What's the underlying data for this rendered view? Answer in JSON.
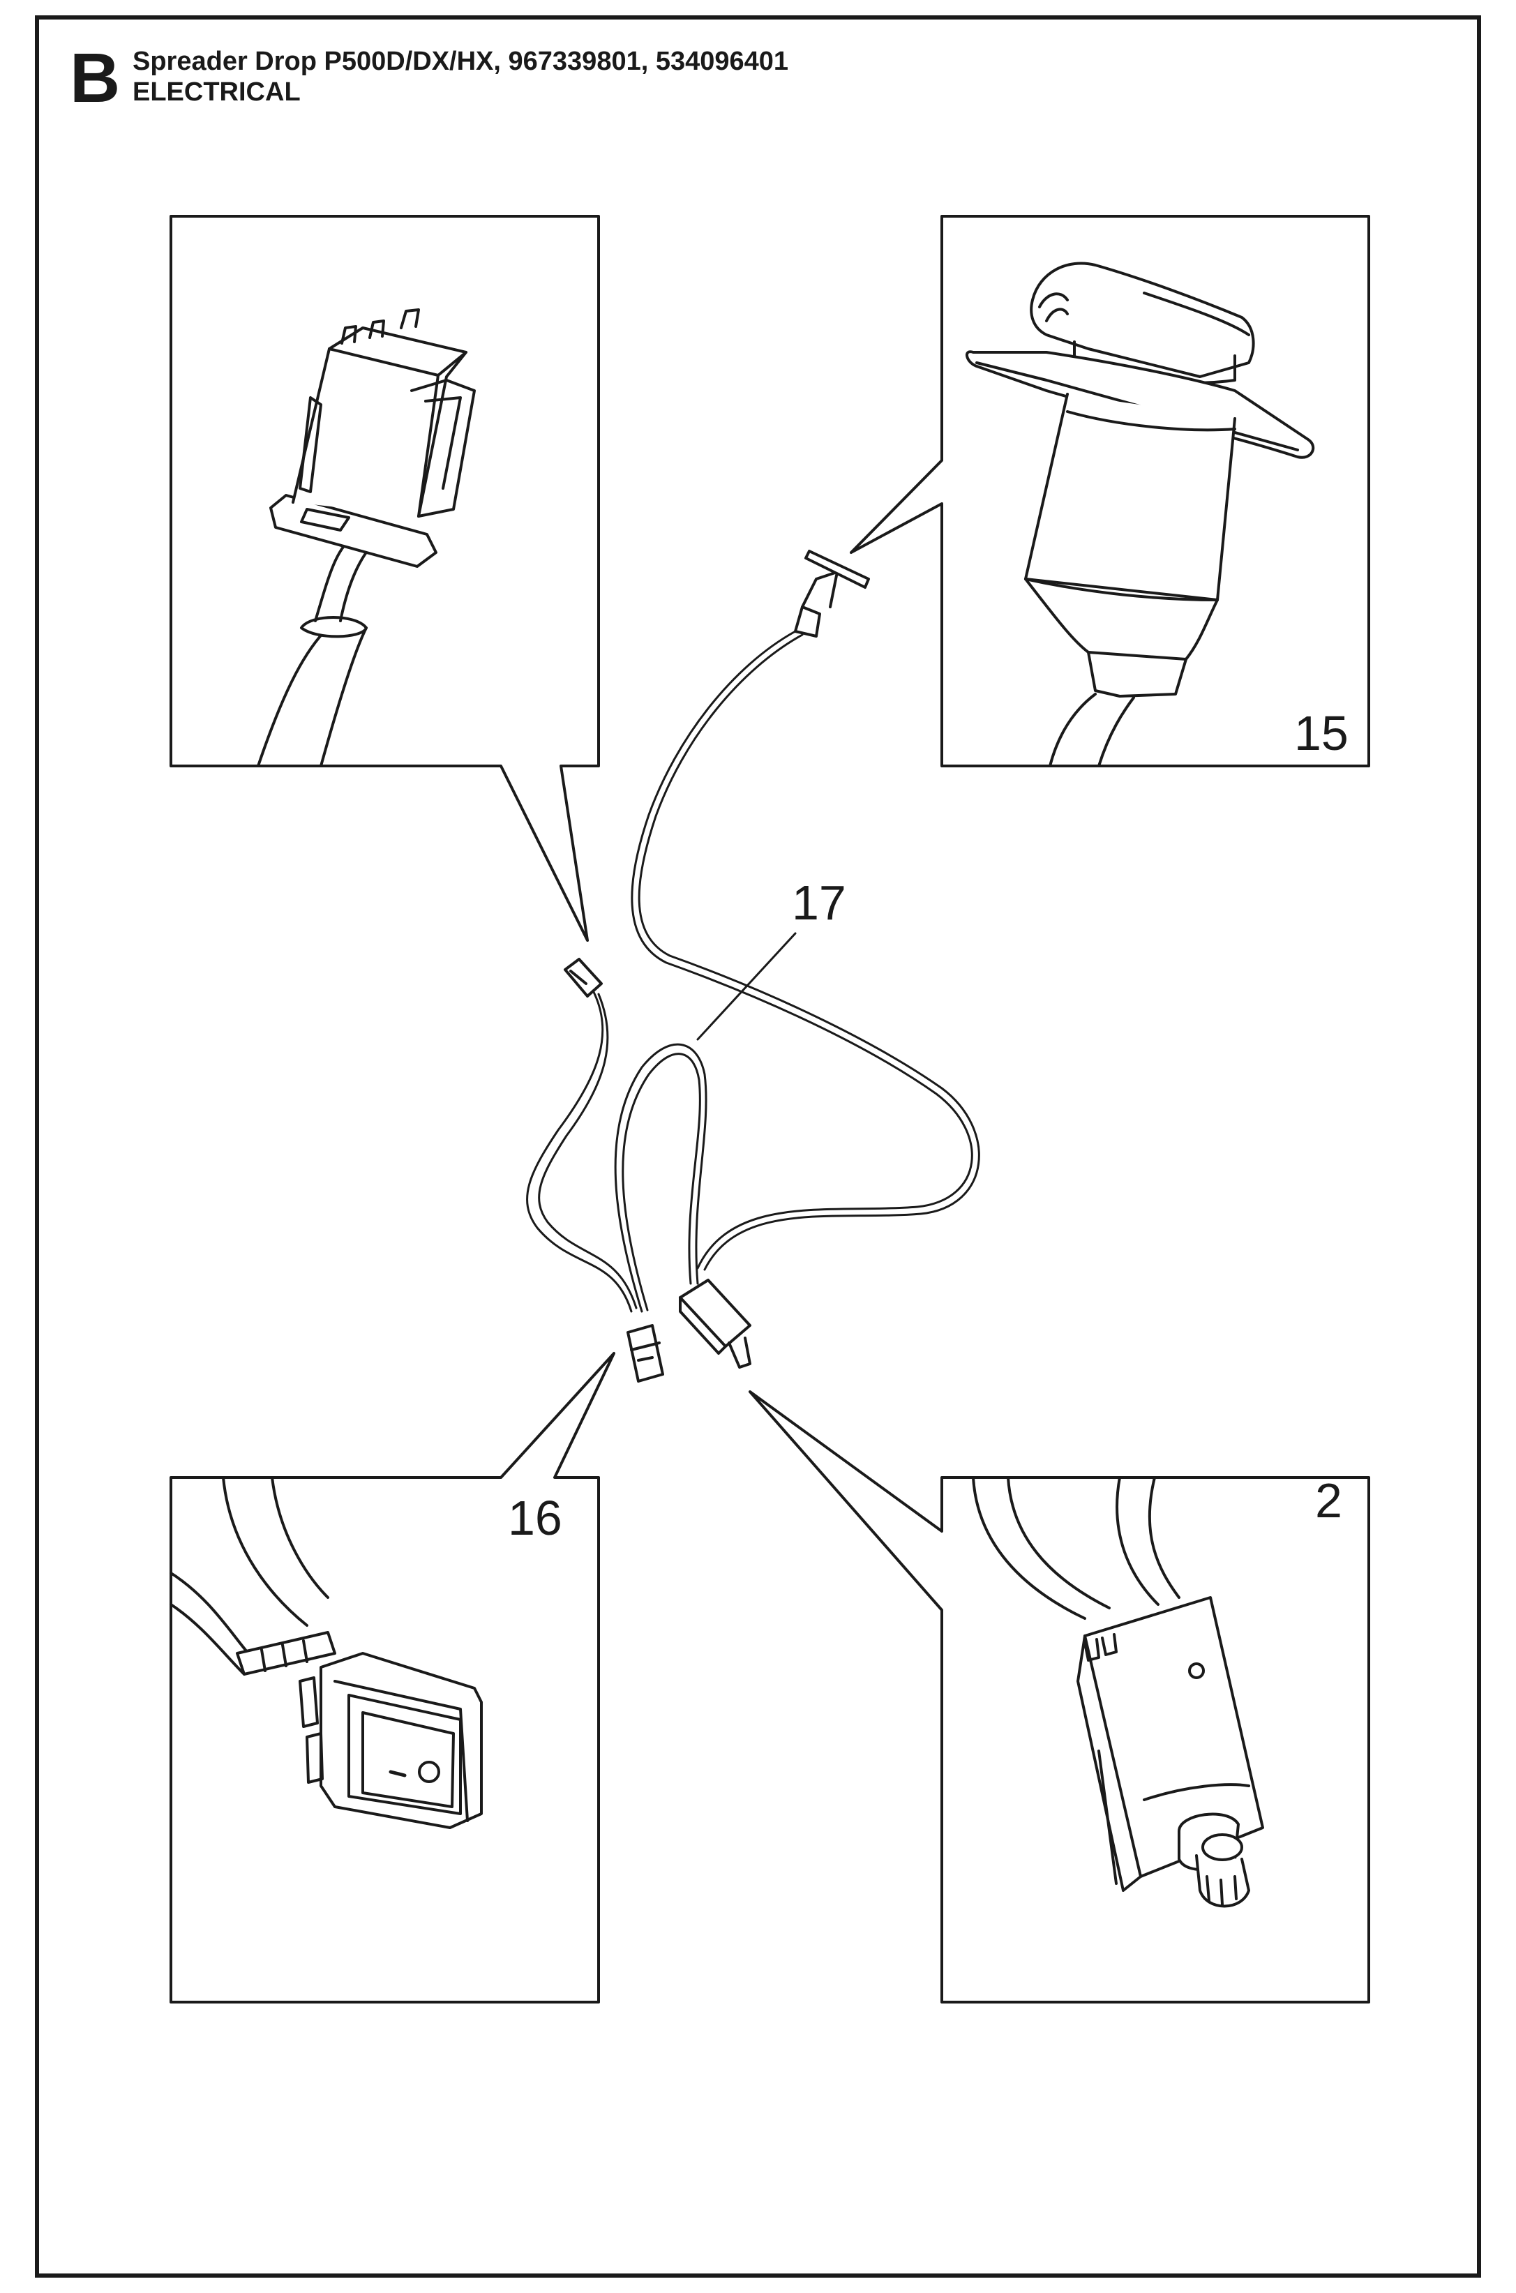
{
  "header": {
    "section_letter": "B",
    "title": "Spreader Drop P500D/DX/HX, 967339801, 534096401",
    "subtitle": "ELECTRICAL"
  },
  "callouts": {
    "connector_plug": "",
    "socket": "15",
    "harness": "17",
    "rocker_switch": "16",
    "potentiometer": "2"
  },
  "colors": {
    "line": "#1a1a1a",
    "background": "#ffffff"
  }
}
